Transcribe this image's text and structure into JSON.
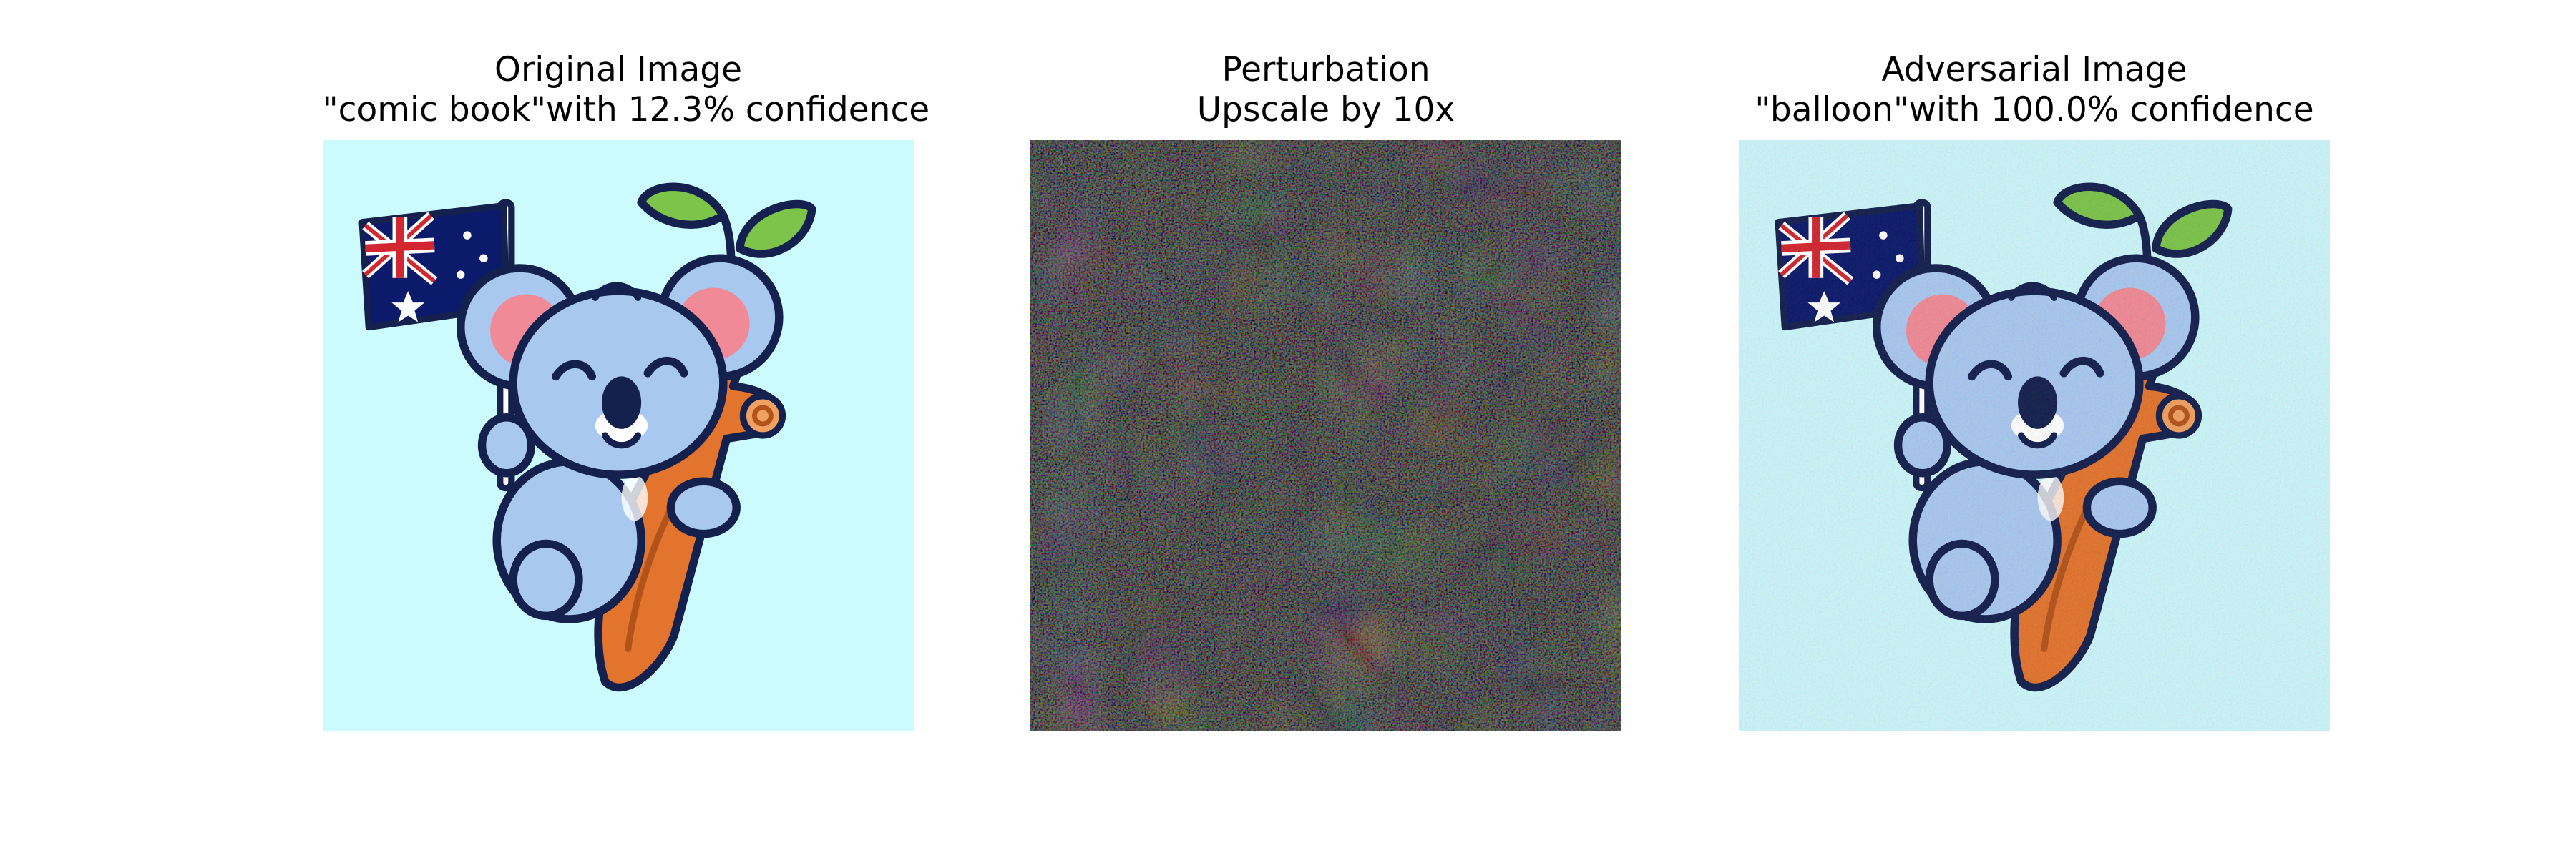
{
  "panels": [
    {
      "title_line1": "Original Image",
      "title_line2": "\"comic book\"with 12.3% confidence",
      "image": "koala-holding-australian-flag-on-branch",
      "background_color": "#ccfbfd"
    },
    {
      "title_line1": "Perturbation",
      "title_line2": "Upscale by 10x",
      "image": "noise-perturbation-pattern",
      "background_color": "#141414"
    },
    {
      "title_line1": "Adversarial Image",
      "title_line2": "\"balloon\"with 100.0% confidence",
      "image": "koala-holding-australian-flag-on-branch",
      "background_color": "#ccf6fa"
    }
  ],
  "colors": {
    "koala_body": "#a9c8ef",
    "koala_outline": "#14204e",
    "ear_inner": "#f08a96",
    "branch": "#e2742e",
    "leaf": "#7cc44a",
    "flag_navy": "#0c1a6b",
    "flag_red": "#d22630"
  }
}
